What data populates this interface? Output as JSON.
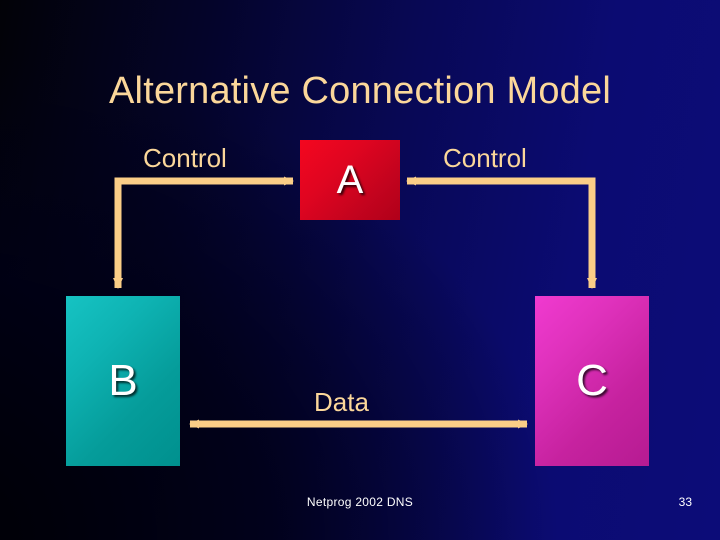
{
  "slide": {
    "title": "Alternative Connection Model",
    "background_left_color": "#020207",
    "background_right_color": "#0c0c78",
    "title_color": "#fbd79a",
    "connector_color": "#fbce87"
  },
  "nodes": [
    {
      "id": "a",
      "label": "A",
      "color": "#e00520",
      "role": "server"
    },
    {
      "id": "b",
      "label": "B",
      "color": "#0eb3b3",
      "role": "peer"
    },
    {
      "id": "c",
      "label": "C",
      "color": "#e032bd",
      "role": "peer"
    }
  ],
  "connections": [
    {
      "id": "control-left",
      "label": "Control",
      "from": "b",
      "to": "a",
      "direction": "bidirectional-elbow"
    },
    {
      "id": "control-right",
      "label": "Control",
      "from": "c",
      "to": "a",
      "direction": "bidirectional-elbow"
    },
    {
      "id": "data",
      "label": "Data",
      "from": "b",
      "to": "c",
      "direction": "bidirectional"
    }
  ],
  "footer": {
    "text": "Netprog 2002  DNS",
    "page_number": "33"
  }
}
